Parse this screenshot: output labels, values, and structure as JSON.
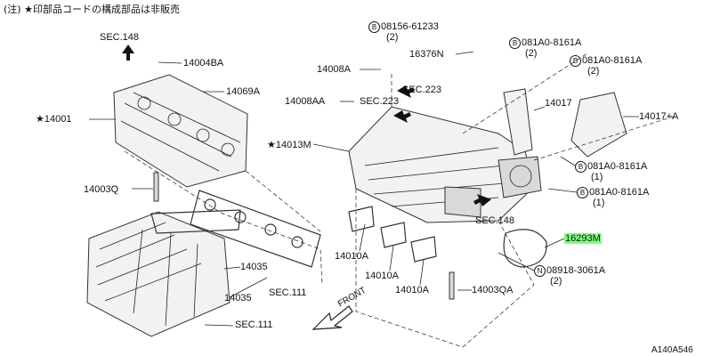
{
  "note": "(注) ★印部品コードの構成部品は非販売",
  "labels": {
    "sec148_top": "SEC.148",
    "p14004BA": "14004BA",
    "p14069A": "14069A",
    "p14001": "★14001",
    "p14003Q": "14003Q",
    "p14035a": "14035",
    "p14035b": "14035",
    "sec111a": "SEC.111",
    "sec111b": "SEC.111",
    "bolt08156": "08156-61233",
    "bolt08156_qty": "(2)",
    "p16376N": "16376N",
    "p14008A": "14008A",
    "sec223a": "SEC.223",
    "p14008AA": "14008AA",
    "sec223b": "SEC.223",
    "p14013M": "★14013M",
    "bolt081A0_1": "081A0-8161A",
    "bolt081A0_1_qty": "(2)",
    "bolt081A0_2": "081A0-8161A",
    "bolt081A0_2_qty": "(2)",
    "p14017": "14017",
    "p14017A": "14017+A",
    "bolt081A0_3": "081A0-8161A",
    "bolt081A0_3_qty": "(1)",
    "bolt081A0_4": "081A0-8161A",
    "bolt081A0_4_qty": "(1)",
    "sec148b": "SEC.148",
    "p16293M": "16293M",
    "nut08918": "08918-3061A",
    "nut08918_qty": "(2)",
    "p14010A_1": "14010A",
    "p14010A_2": "14010A",
    "p14010A_3": "14010A",
    "p14003QA": "14003QA",
    "front": "FRONT",
    "drawing_no": "A140A546"
  },
  "symbols": {
    "bolt_prefix": "B",
    "nut_prefix": "N"
  },
  "highlight_color": "#7fff7f"
}
